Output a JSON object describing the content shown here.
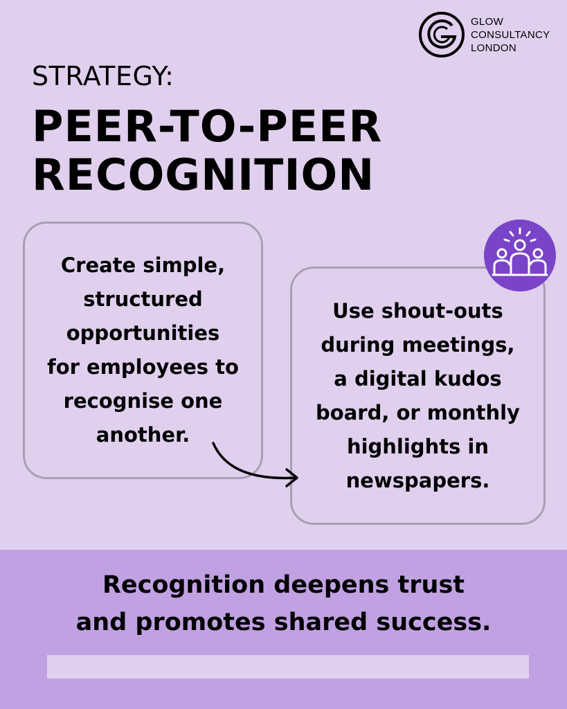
{
  "brand": {
    "name_lines": [
      "GLOW",
      "CONSULTANCY",
      "LONDON"
    ],
    "logo_icon": "g-monogram-icon"
  },
  "header": {
    "eyebrow": "STRATEGY:",
    "title_lines": [
      "PEER-TO-PEER",
      "RECOGNITION"
    ]
  },
  "cards": {
    "left": {
      "lines": [
        "Create simple,",
        "structured",
        "opportunities",
        "for employees to",
        "recognise one",
        "another."
      ]
    },
    "right": {
      "lines": [
        "Use shout-outs",
        "during meetings,",
        "a digital kudos",
        "board, or monthly",
        "highlights in",
        "newspapers."
      ],
      "icon": "team-icon"
    },
    "connector_icon": "curved-arrow-icon"
  },
  "footer": {
    "lines": [
      "Recognition deepens trust",
      "and promotes shared success."
    ]
  },
  "colors": {
    "background": "#e0d0ee",
    "footer_band": "#c0a1e2",
    "accent_purple": "#7a44c9",
    "card_border": "#a99fb3",
    "text": "#000000"
  }
}
